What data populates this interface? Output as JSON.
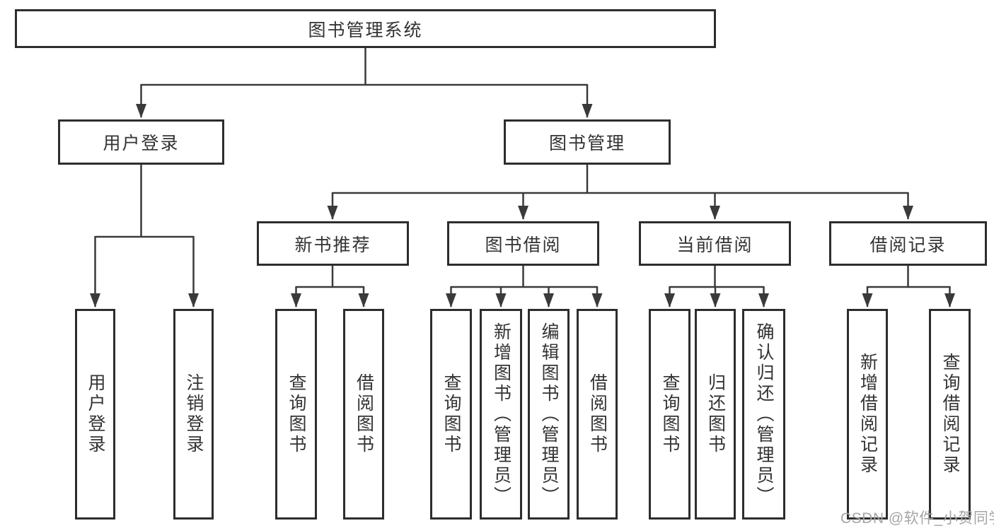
{
  "diagram": {
    "root": {
      "label": "图书管理系统"
    },
    "branches": [
      {
        "label": "用户登录",
        "children": [
          {
            "label": "用户登录"
          },
          {
            "label": "注销登录"
          }
        ]
      },
      {
        "label": "图书管理",
        "children": [
          {
            "label": "新书推荐",
            "children": [
              {
                "label": "查询图书"
              },
              {
                "label": "借阅图书"
              }
            ]
          },
          {
            "label": "图书借阅",
            "children": [
              {
                "label": "查询图书"
              },
              {
                "label": "新增图书（管理员）"
              },
              {
                "label": "编辑图书（管理员）"
              },
              {
                "label": "借阅图书"
              }
            ]
          },
          {
            "label": "当前借阅",
            "children": [
              {
                "label": "查询图书"
              },
              {
                "label": "归还图书"
              },
              {
                "label": "确认归还（管理员）"
              }
            ]
          },
          {
            "label": "借阅记录",
            "children": [
              {
                "label": "新增借阅记录"
              },
              {
                "label": "查询借阅记录"
              }
            ]
          }
        ]
      }
    ]
  },
  "watermark": {
    "text": "CSDN @软件_小贺同学"
  },
  "colors": {
    "line": "#3a3a3a",
    "box_border": "#2d2d2d",
    "text": "#333333",
    "watermark": "#a5a5a5",
    "background": "#ffffff"
  }
}
